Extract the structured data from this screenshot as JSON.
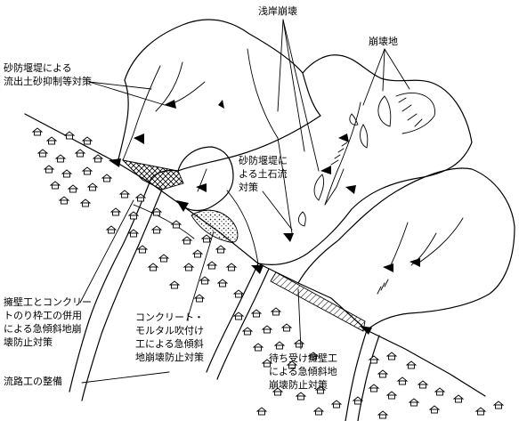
{
  "labels": {
    "shallow_collapse": "浅岸崩壊",
    "collapse_area": "崩壊地",
    "check_dam_top_1": "砂防堰堤による",
    "check_dam_top_2": "流出土砂抑制等対策",
    "check_dam_mid_1": "砂防堰堤に",
    "check_dam_mid_2": "よる土石流",
    "check_dam_mid_3": "対策",
    "retaining_wall_1": "擁壁工とコンクリー",
    "retaining_wall_2": "トのり枠工の併用",
    "retaining_wall_3": "による急傾斜地崩",
    "retaining_wall_4": "壊防止対策",
    "mortar_spray_1": "コンクリート・",
    "mortar_spray_2": "モルタル吹付け",
    "mortar_spray_3": "工による急傾斜",
    "mortar_spray_4": "地崩壊防止対策",
    "channel_works": "流路工の整備",
    "catch_wall_1": "待ち受け擁壁工",
    "catch_wall_2": "による急傾斜地",
    "catch_wall_3": "崩壊防止対策"
  }
}
